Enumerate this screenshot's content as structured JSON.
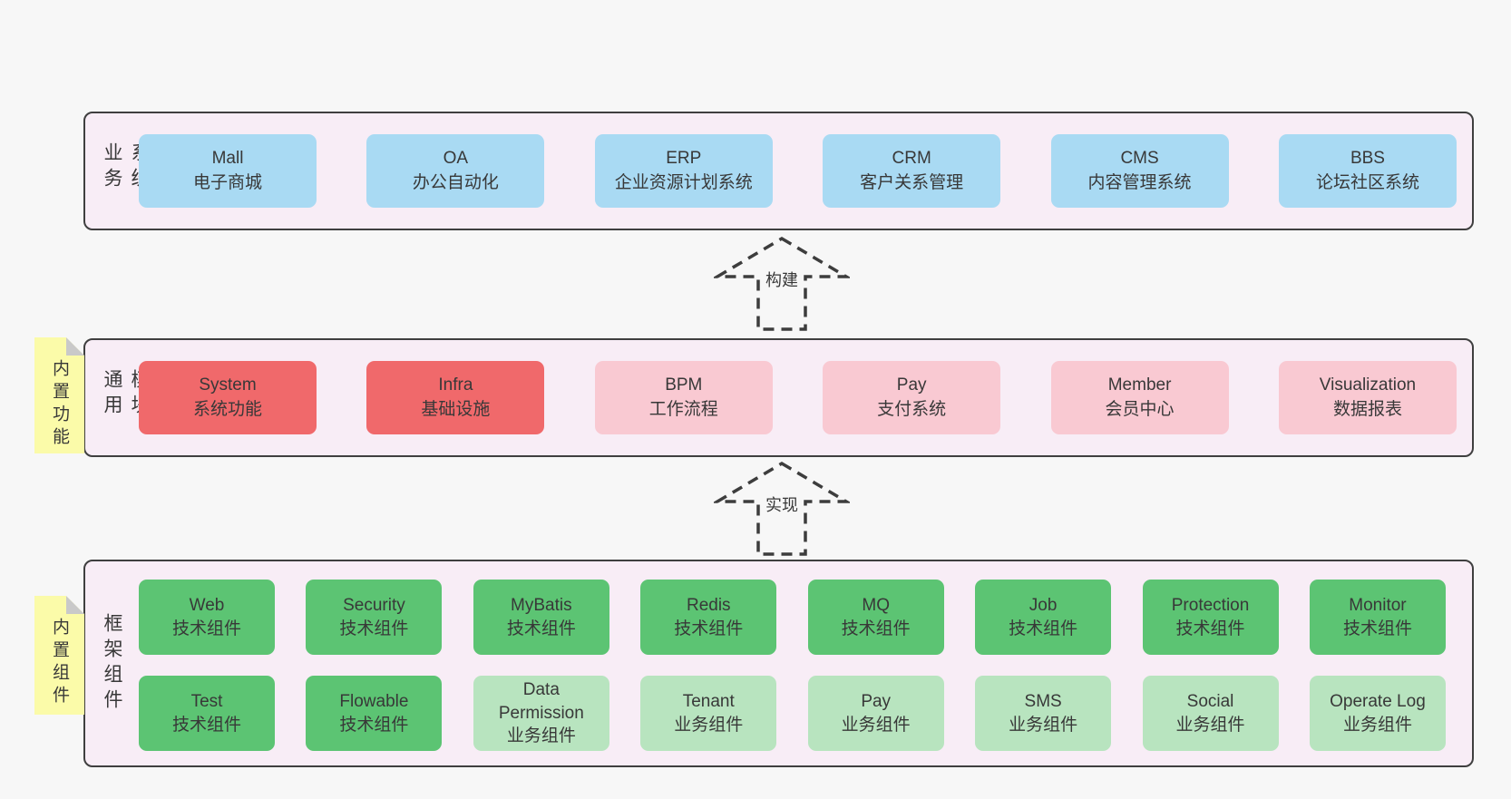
{
  "colors": {
    "page_background": "#f7f7f7",
    "layer_background": "#f8edf6",
    "layer_border": "#3f3f3f",
    "blue_node": "#a9daf3",
    "red_node": "#f0696b",
    "pink_node": "#f9c9d2",
    "green_dark_node": "#5cc473",
    "green_light_node": "#b8e4bf",
    "sticky_note": "#fbfba9",
    "text": "#383838"
  },
  "arrows": [
    {
      "label": "构建"
    },
    {
      "label": "实现"
    }
  ],
  "layers": [
    {
      "label": "业务系统",
      "boxes": [
        {
          "title": "Mall",
          "subtitle": "电子商城"
        },
        {
          "title": "OA",
          "subtitle": "办公自动化"
        },
        {
          "title": "ERP",
          "subtitle": "企业资源计划系统"
        },
        {
          "title": "CRM",
          "subtitle": "客户关系管理"
        },
        {
          "title": "CMS",
          "subtitle": "内容管理系统"
        },
        {
          "title": "BBS",
          "subtitle": "论坛社区系统"
        }
      ]
    },
    {
      "label": "通用模块",
      "note": "内置功能",
      "boxes": [
        {
          "title": "System",
          "subtitle": "系统功能"
        },
        {
          "title": "Infra",
          "subtitle": "基础设施"
        },
        {
          "title": "BPM",
          "subtitle": "工作流程"
        },
        {
          "title": "Pay",
          "subtitle": "支付系统"
        },
        {
          "title": "Member",
          "subtitle": "会员中心"
        },
        {
          "title": "Visualization",
          "subtitle": "数据报表"
        }
      ]
    },
    {
      "label": "框架组件",
      "note": "内置组件",
      "rows": [
        [
          {
            "title": "Web",
            "subtitle": "技术组件"
          },
          {
            "title": "Security",
            "subtitle": "技术组件"
          },
          {
            "title": "MyBatis",
            "subtitle": "技术组件"
          },
          {
            "title": "Redis",
            "subtitle": "技术组件"
          },
          {
            "title": "MQ",
            "subtitle": "技术组件"
          },
          {
            "title": "Job",
            "subtitle": "技术组件"
          },
          {
            "title": "Protection",
            "subtitle": "技术组件"
          },
          {
            "title": "Monitor",
            "subtitle": "技术组件"
          }
        ],
        [
          {
            "title": "Test",
            "subtitle": "技术组件"
          },
          {
            "title": "Flowable",
            "subtitle": "技术组件"
          },
          {
            "title": "Data Permission",
            "subtitle": "业务组件"
          },
          {
            "title": "Tenant",
            "subtitle": "业务组件"
          },
          {
            "title": "Pay",
            "subtitle": "业务组件"
          },
          {
            "title": "SMS",
            "subtitle": "业务组件"
          },
          {
            "title": "Social",
            "subtitle": "业务组件"
          },
          {
            "title": "Operate Log",
            "subtitle": "业务组件"
          }
        ]
      ]
    }
  ]
}
